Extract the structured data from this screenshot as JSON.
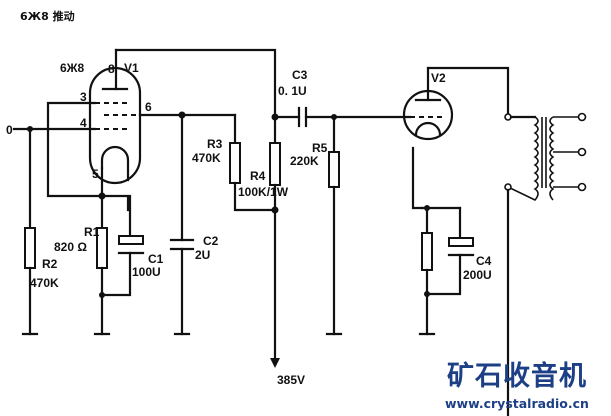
{
  "title": "6Ж8 推动",
  "tubes": {
    "v1": {
      "ref": "V1",
      "type": "6Ж8",
      "pins": {
        "anode": "8",
        "g1": "3",
        "g2": "4",
        "g3": "6",
        "cathode": "5"
      }
    },
    "v2": {
      "ref": "V2"
    }
  },
  "input_label": "0",
  "components": {
    "r1": {
      "ref": "R1",
      "value": "820 Ω"
    },
    "r2": {
      "ref": "R2",
      "value": "470K"
    },
    "r3": {
      "ref": "R3",
      "value": "470K"
    },
    "r4": {
      "ref": "R4",
      "value": "100K/1W"
    },
    "r5": {
      "ref": "R5",
      "value": "220K"
    },
    "c1": {
      "ref": "C1",
      "value": "100U"
    },
    "c2": {
      "ref": "C2",
      "value": "2U"
    },
    "c3": {
      "ref": "C3",
      "value": "0. 1U"
    },
    "c4": {
      "ref": "C4",
      "value": "200U"
    }
  },
  "supply": "385V",
  "watermark": {
    "name": "矿石收音机",
    "url": "www.crystalradio.cn",
    "color": "#1c3f86"
  }
}
